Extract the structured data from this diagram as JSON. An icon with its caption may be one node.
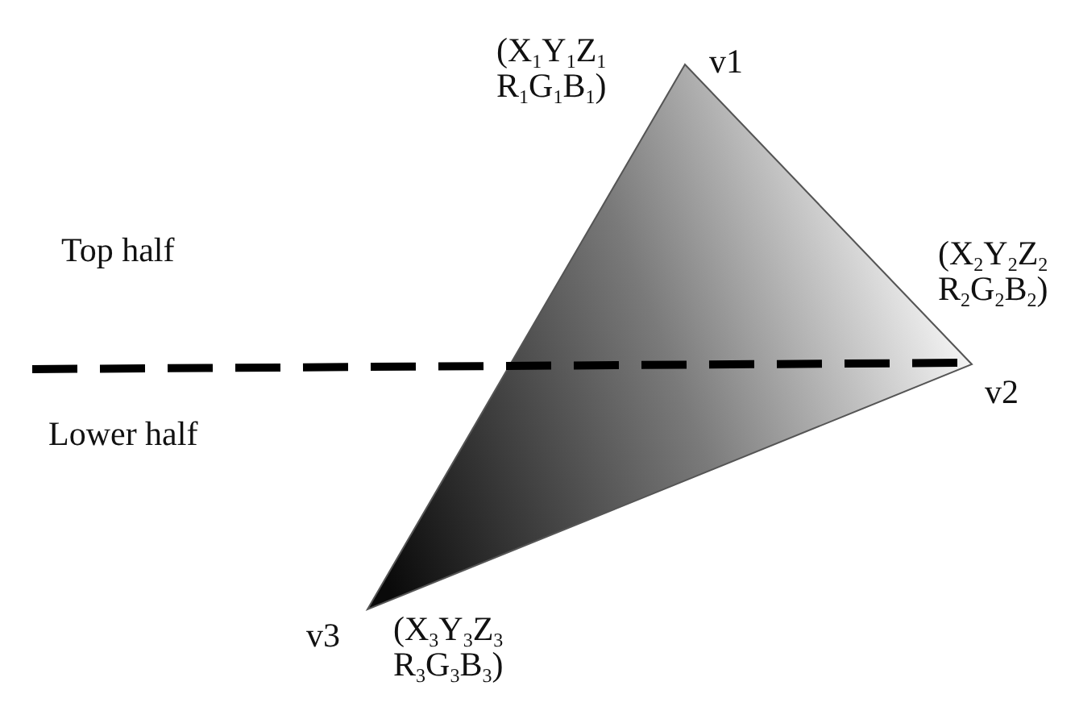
{
  "diagram": {
    "labels": [
      "(X$_{1}$Y$_{1}$Z$_{1}$ R$_{1}$G$_{1}$B$_{1}$)",
      "v1",
      "Top half",
      "(X$_{2}$Y$_{2}$Z$_{2}$ R$_{2}$G$_{2}$B$_{2}$)",
      "v2",
      "Lower half",
      "v3",
      "(X$_{3}$Y$_{3}$Z$_{3}$ R$_{3}$G$_{3}$B$_{3}$)"
    ]
  }
}
